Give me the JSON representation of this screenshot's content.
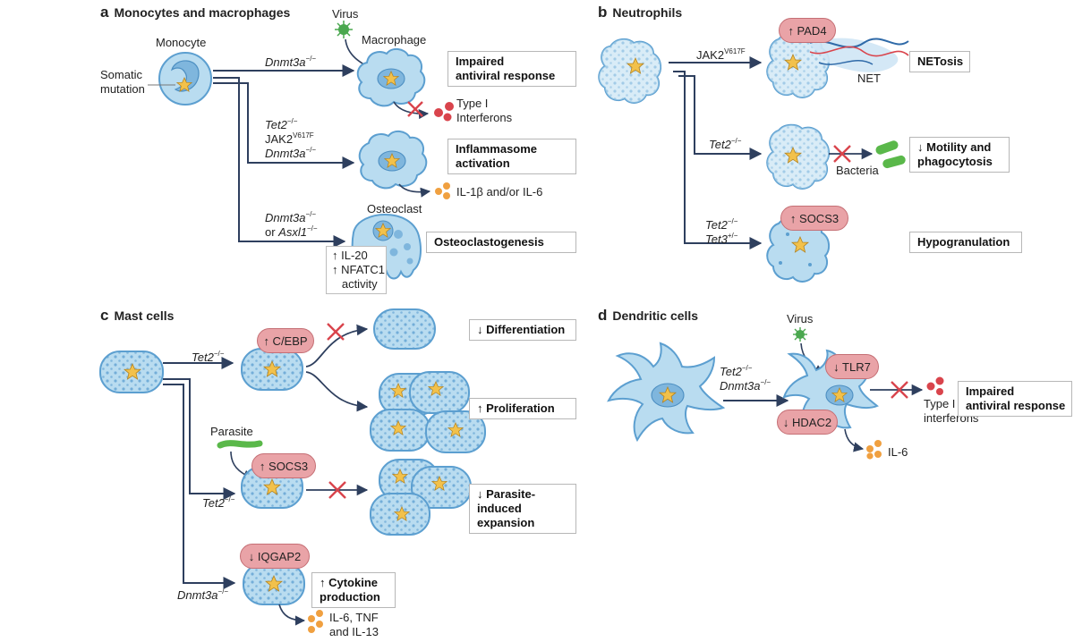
{
  "panels": {
    "a": {
      "letter": "a",
      "title": "Monocytes and macrophages"
    },
    "b": {
      "letter": "b",
      "title": "Neutrophils"
    },
    "c": {
      "letter": "c",
      "title": "Mast cells"
    },
    "d": {
      "letter": "d",
      "title": "Dendritic cells"
    }
  },
  "labels": {
    "monocyte": "Monocyte",
    "somatic_mutation": "Somatic\nmutation",
    "virus": "Virus",
    "macrophage": "Macrophage",
    "osteoclast": "Osteoclast",
    "net": "NET",
    "bacteria": "Bacteria",
    "parasite": "Parasite",
    "virus_d": "Virus"
  },
  "mutations": {
    "a_dnmt3a": "Dnmt3a",
    "a_mid_tet2": "Tet2",
    "a_mid_jak2": "JAK2",
    "a_mid_dnmt3a": "Dnmt3a",
    "a_low_dnmt3a": "Dnmt3a",
    "a_low_asxl1_prefix": "or ",
    "a_low_asxl1": "Asxl1",
    "b_jak2": "JAK2",
    "b_tet2": "Tet2",
    "b_tet2_2": "Tet2",
    "b_tet3": "Tet3",
    "c_tet2": "Tet2",
    "c_tet2_2": "Tet2",
    "c_dnmt3a": "Dnmt3a",
    "d_tet2": "Tet2",
    "d_dnmt3a": "Dnmt3a",
    "sup_ko": "−/−",
    "sup_het": "+/−",
    "sup_v617f": "V617F"
  },
  "outcomes": {
    "a1": "Impaired\nantiviral response",
    "a2": "Inflammasome\nactivation",
    "a3": "Osteoclastogenesis",
    "b1": "NETosis",
    "b2": "↓ Motility and\nphagocytosis",
    "b3": "Hypogranulation",
    "c1": "↓ Differentiation",
    "c2": "↑ Proliferation",
    "c3": "↓ Parasite-\ninduced\nexpansion",
    "c4": "↑ Cytokine\nproduction",
    "d1": "Impaired\nantiviral response"
  },
  "markers": {
    "pad4": "↑ PAD4",
    "socs3_b": "↑ SOCS3",
    "cebp": "↑ C/EBP",
    "socs3_c": "↑ SOCS3",
    "iqgap2": "↓ IQGAP2",
    "tlr7": "↓ TLR7",
    "hdac2": "↓ HDAC2"
  },
  "products": {
    "type1_a": "Type I\nInterferons",
    "il1b": "IL-1β and/or IL-6",
    "osteo_box": "↑ IL-20\n↑ NFATC1\n   activity",
    "il6_tnf": "IL-6, TNF\nand IL-13",
    "type1_d": "Type I\ninterferons",
    "il6_d": "IL-6"
  },
  "colors": {
    "cell_fill": "#b9dcf0",
    "cell_stroke": "#5c9fd0",
    "nucleus": "#7fb6dd",
    "arrow": "#2e3f5e",
    "pill": "#e9a3a7",
    "cross": "#d9444c",
    "star": "#f2c14b",
    "virus": "#4aa84f",
    "orange_dot": "#f0a040",
    "red_dot": "#d9444c",
    "bacteria": "#5ab84a",
    "parasite": "#5ab84a"
  }
}
